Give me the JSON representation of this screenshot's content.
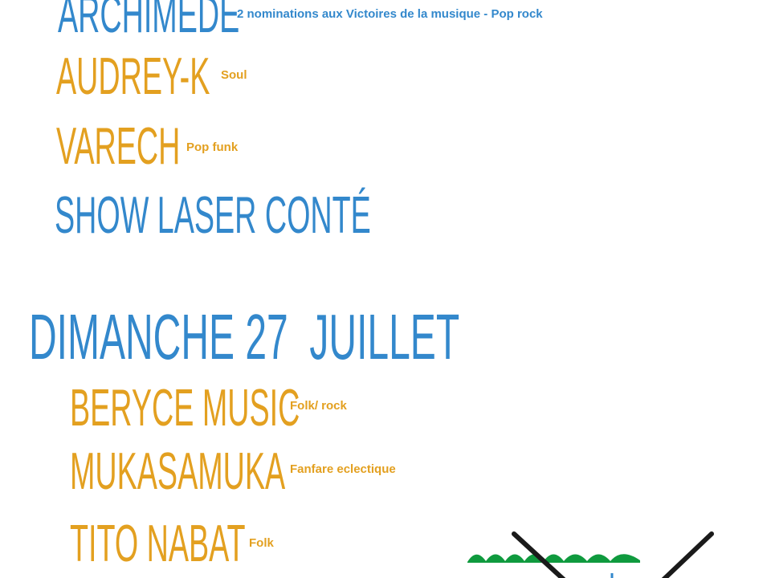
{
  "colors": {
    "blue": "#3388cc",
    "orange": "#e3a020",
    "green": "#0f9a3e"
  },
  "saturday": {
    "artists": [
      {
        "name": "ARCHIMEDE",
        "genre": "2 nominations aux Victoires de la musique - Pop rock"
      },
      {
        "name": "AUDREY-K",
        "genre": "Soul"
      },
      {
        "name": "VARECH",
        "genre": "Pop funk"
      },
      {
        "name": "SHOW LASER CONTÉ",
        "genre": ""
      }
    ]
  },
  "sunday": {
    "title": "DIMANCHE 27  JUILLET",
    "artists": [
      {
        "name": "BERYCE MUSIC",
        "genre": "Folk/ rock"
      },
      {
        "name": "MUKASAMUKA",
        "genre": "Fanfare eclectique"
      },
      {
        "name": "TITO NABAT",
        "genre": "Folk"
      }
    ]
  }
}
